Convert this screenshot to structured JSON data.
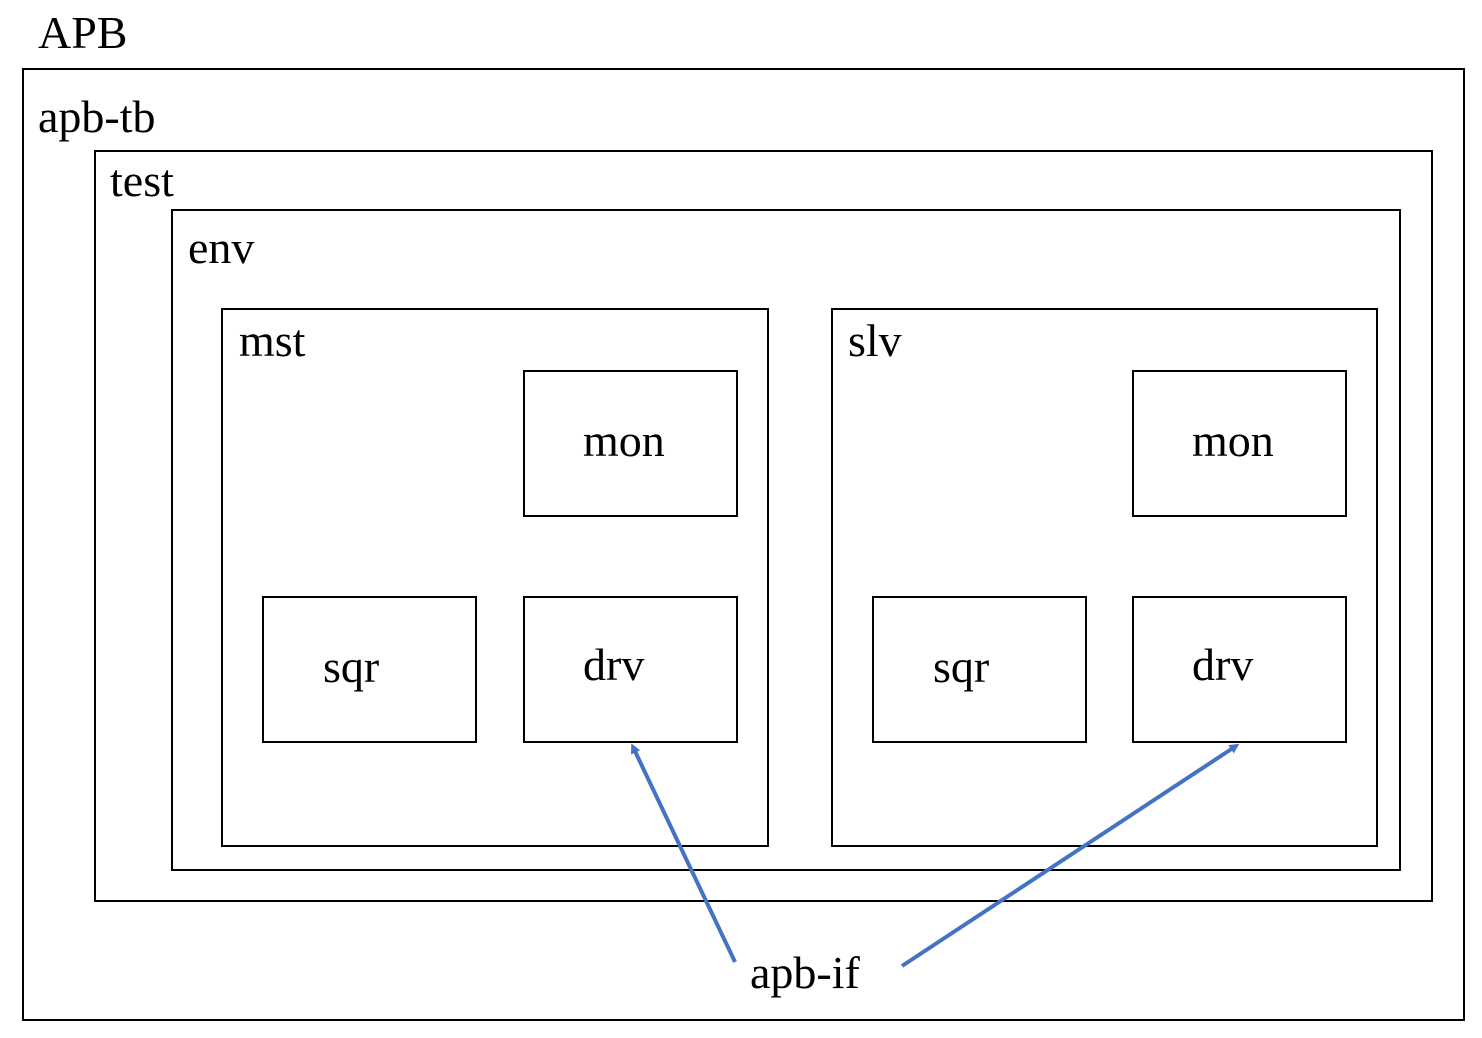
{
  "title": "APB",
  "containers": {
    "apb_tb": "apb-tb",
    "test": "test",
    "env": "env"
  },
  "agents": {
    "mst": {
      "name": "mst",
      "mon": "mon",
      "sqr": "sqr",
      "drv": "drv"
    },
    "slv": {
      "name": "slv",
      "mon": "mon",
      "sqr": "sqr",
      "drv": "drv"
    }
  },
  "interface": "apb-if",
  "colors": {
    "box_border": "#000000",
    "arrow": "#4472C4"
  }
}
